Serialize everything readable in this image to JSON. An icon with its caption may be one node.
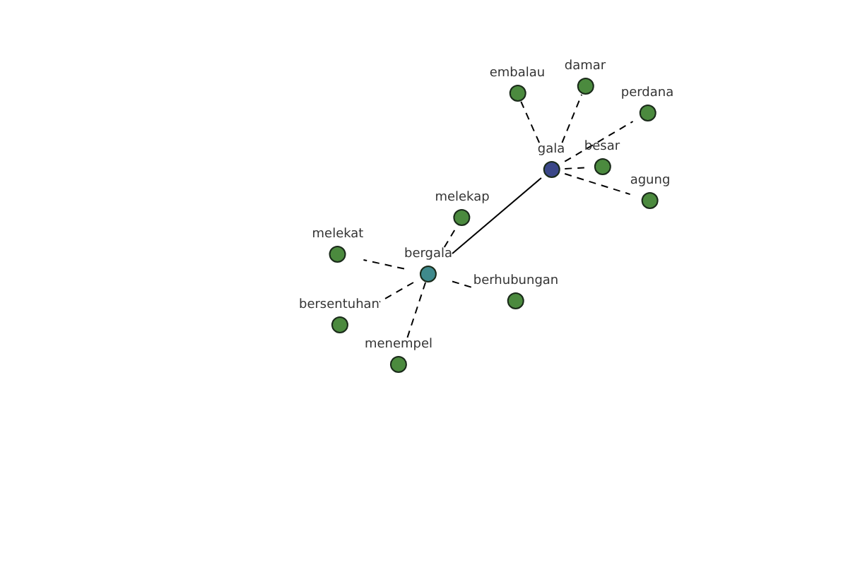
{
  "diagram": {
    "nodes": [
      {
        "text": [
          "embalau"
        ]
      },
      {
        "text": [
          "damar"
        ]
      },
      {
        "text": [
          "perdana"
        ]
      },
      {
        "text": [
          "gala"
        ]
      },
      {
        "text": [
          "besar"
        ]
      },
      {
        "text": [
          "agung"
        ]
      },
      {
        "text": [
          "melekap"
        ]
      },
      {
        "text": [
          "melekat"
        ]
      },
      {
        "text": [
          "bergala"
        ]
      },
      {
        "text": [
          "berhubungan"
        ]
      },
      {
        "text": [
          "bersentuhan"
        ]
      },
      {
        "text": [
          "menempel"
        ]
      }
    ],
    "edges": [
      {
        "from": 3,
        "to": 0,
        "arrow": "none",
        "style": "dashed"
      },
      {
        "from": 3,
        "to": 1,
        "arrow": "none",
        "style": "dashed"
      },
      {
        "from": 3,
        "to": 2,
        "arrow": "none",
        "style": "dashed"
      },
      {
        "from": 3,
        "to": 4,
        "arrow": "none",
        "style": "dashed"
      },
      {
        "from": 3,
        "to": 5,
        "arrow": "none",
        "style": "dashed"
      },
      {
        "from": 3,
        "to": 8,
        "arrow": "none"
      },
      {
        "from": 8,
        "to": 6,
        "arrow": "none",
        "style": "dashed"
      },
      {
        "from": 8,
        "to": 7,
        "arrow": "none",
        "style": "dashed"
      },
      {
        "from": 8,
        "to": 9,
        "arrow": "none",
        "style": "dashed"
      },
      {
        "from": 8,
        "to": 10,
        "arrow": "none",
        "style": "dashed"
      },
      {
        "from": 8,
        "to": 11,
        "arrow": "none",
        "style": "dashed"
      }
    ]
  }
}
